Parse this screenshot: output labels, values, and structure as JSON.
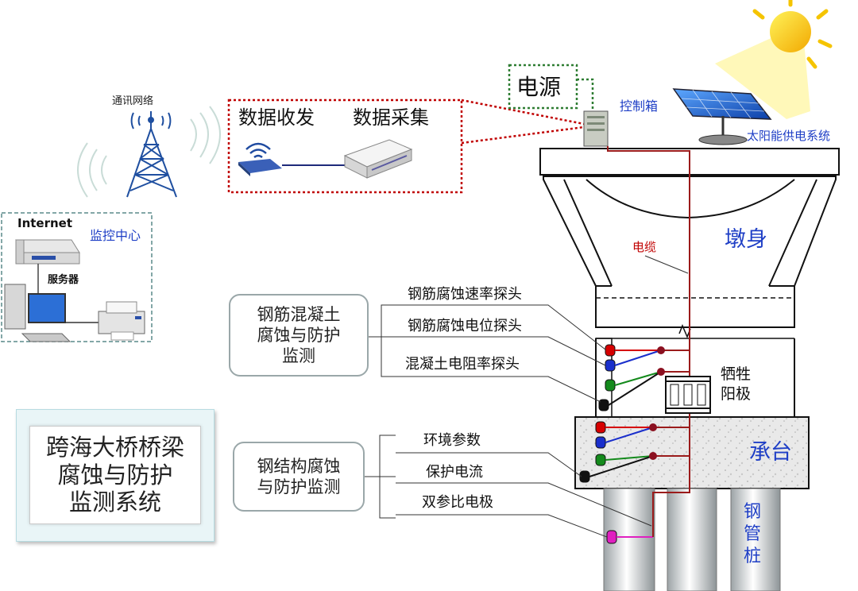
{
  "title": {
    "line1": "跨海大桥桥梁",
    "line2": "腐蚀与防护",
    "line3": "监测系统"
  },
  "comm": {
    "network_label": "通讯网络",
    "data_transceiver": "数据收发",
    "data_acquisition": "数据采集",
    "power": "电源",
    "control_box": "控制箱",
    "solar": "太阳能供电系统"
  },
  "monitor_center": {
    "internet": "Internet",
    "center": "监控中心",
    "server": "服务器"
  },
  "bridge": {
    "pier": "墩身",
    "cable": "电缆",
    "anode_line1": "牺牲",
    "anode_line2": "阳极",
    "cap": "承台",
    "pile1": "钢",
    "pile2": "管",
    "pile3": "桩"
  },
  "concrete_group": {
    "box_line1": "钢筋混凝土",
    "box_line2": "腐蚀与防护",
    "box_line3": "监测",
    "items": [
      "钢筋腐蚀速率探头",
      "钢筋腐蚀电位探头",
      "混凝土电阻率探头"
    ]
  },
  "steel_group": {
    "box_line1": "钢结构腐蚀",
    "box_line2": "与防护监测",
    "items": [
      "环境参数",
      "保护电流",
      "双参比电极"
    ]
  },
  "colors": {
    "red_dotted": "#c00000",
    "green_dotted": "#2e7d32",
    "cable": "#9b1b1b",
    "blue_text": "#1f3fc6",
    "teal_dashed": "#5a8a8a"
  }
}
